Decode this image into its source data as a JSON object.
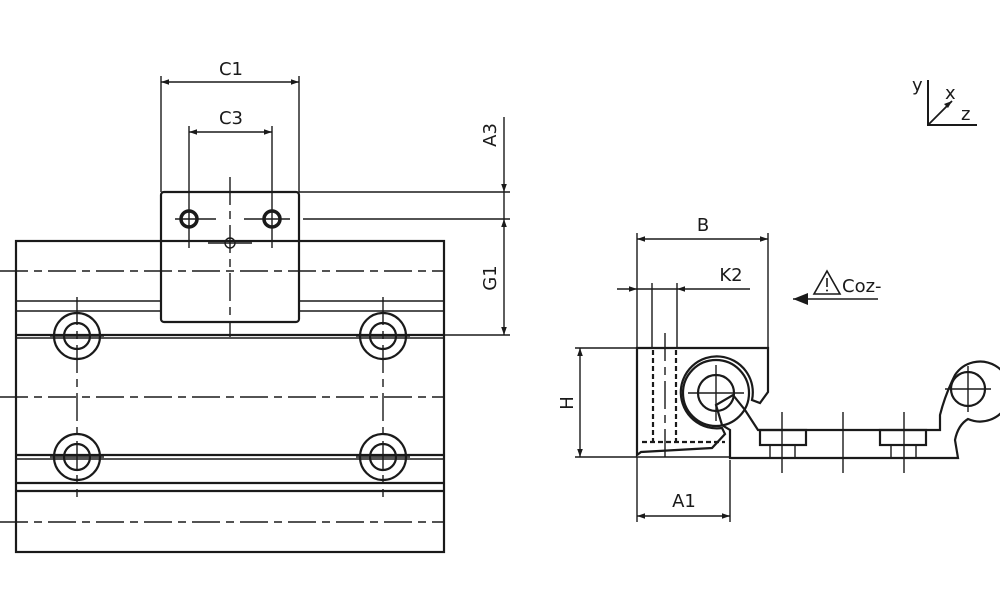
{
  "labels": {
    "c1": "C1",
    "c3": "C3",
    "a3": "A3",
    "g1": "G1",
    "b": "B",
    "k2": "K2",
    "h": "H",
    "a1": "A1",
    "load_direction": "Coz-"
  },
  "axes": {
    "y": "y",
    "x": "x",
    "z": "z"
  },
  "icons": {
    "warning": "warning-triangle-icon"
  },
  "colors": {
    "line": "#1a1a1a",
    "background": "#ffffff"
  }
}
